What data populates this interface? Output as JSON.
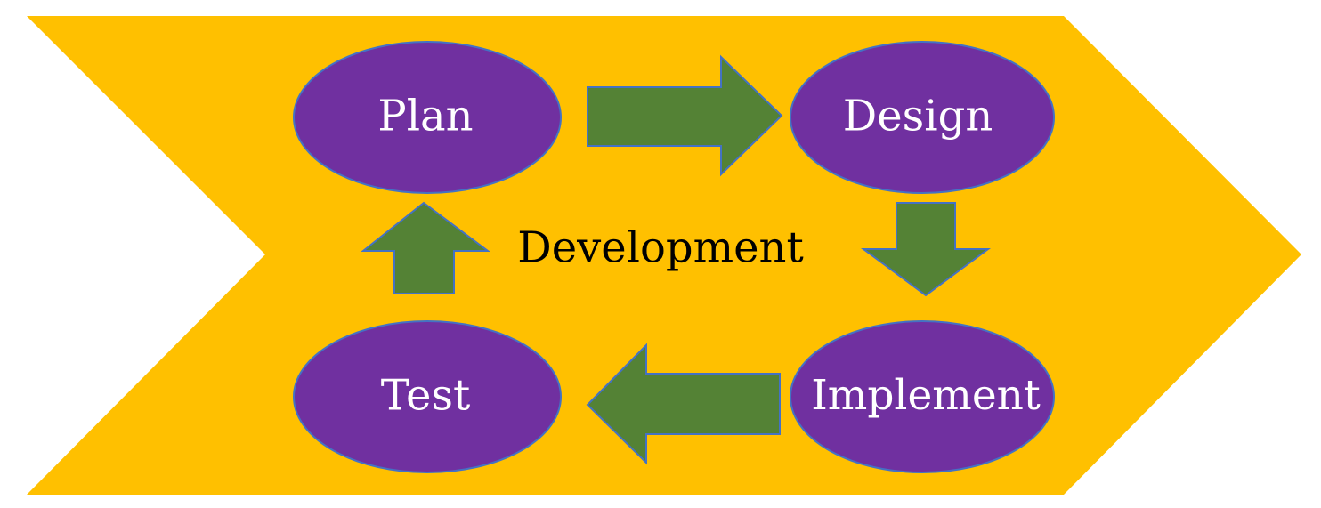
{
  "center_label": "Development",
  "stages": [
    {
      "label": "Plan"
    },
    {
      "label": "Design"
    },
    {
      "label": "Implement"
    },
    {
      "label": "Test"
    }
  ],
  "colors": {
    "chevron": "#FFC000",
    "node_fill": "#7030A0",
    "node_stroke": "#4472C4",
    "node_text": "#FFFFFF",
    "arrow_fill": "#548235",
    "arrow_stroke": "#4472C4",
    "center_text": "#000000"
  }
}
